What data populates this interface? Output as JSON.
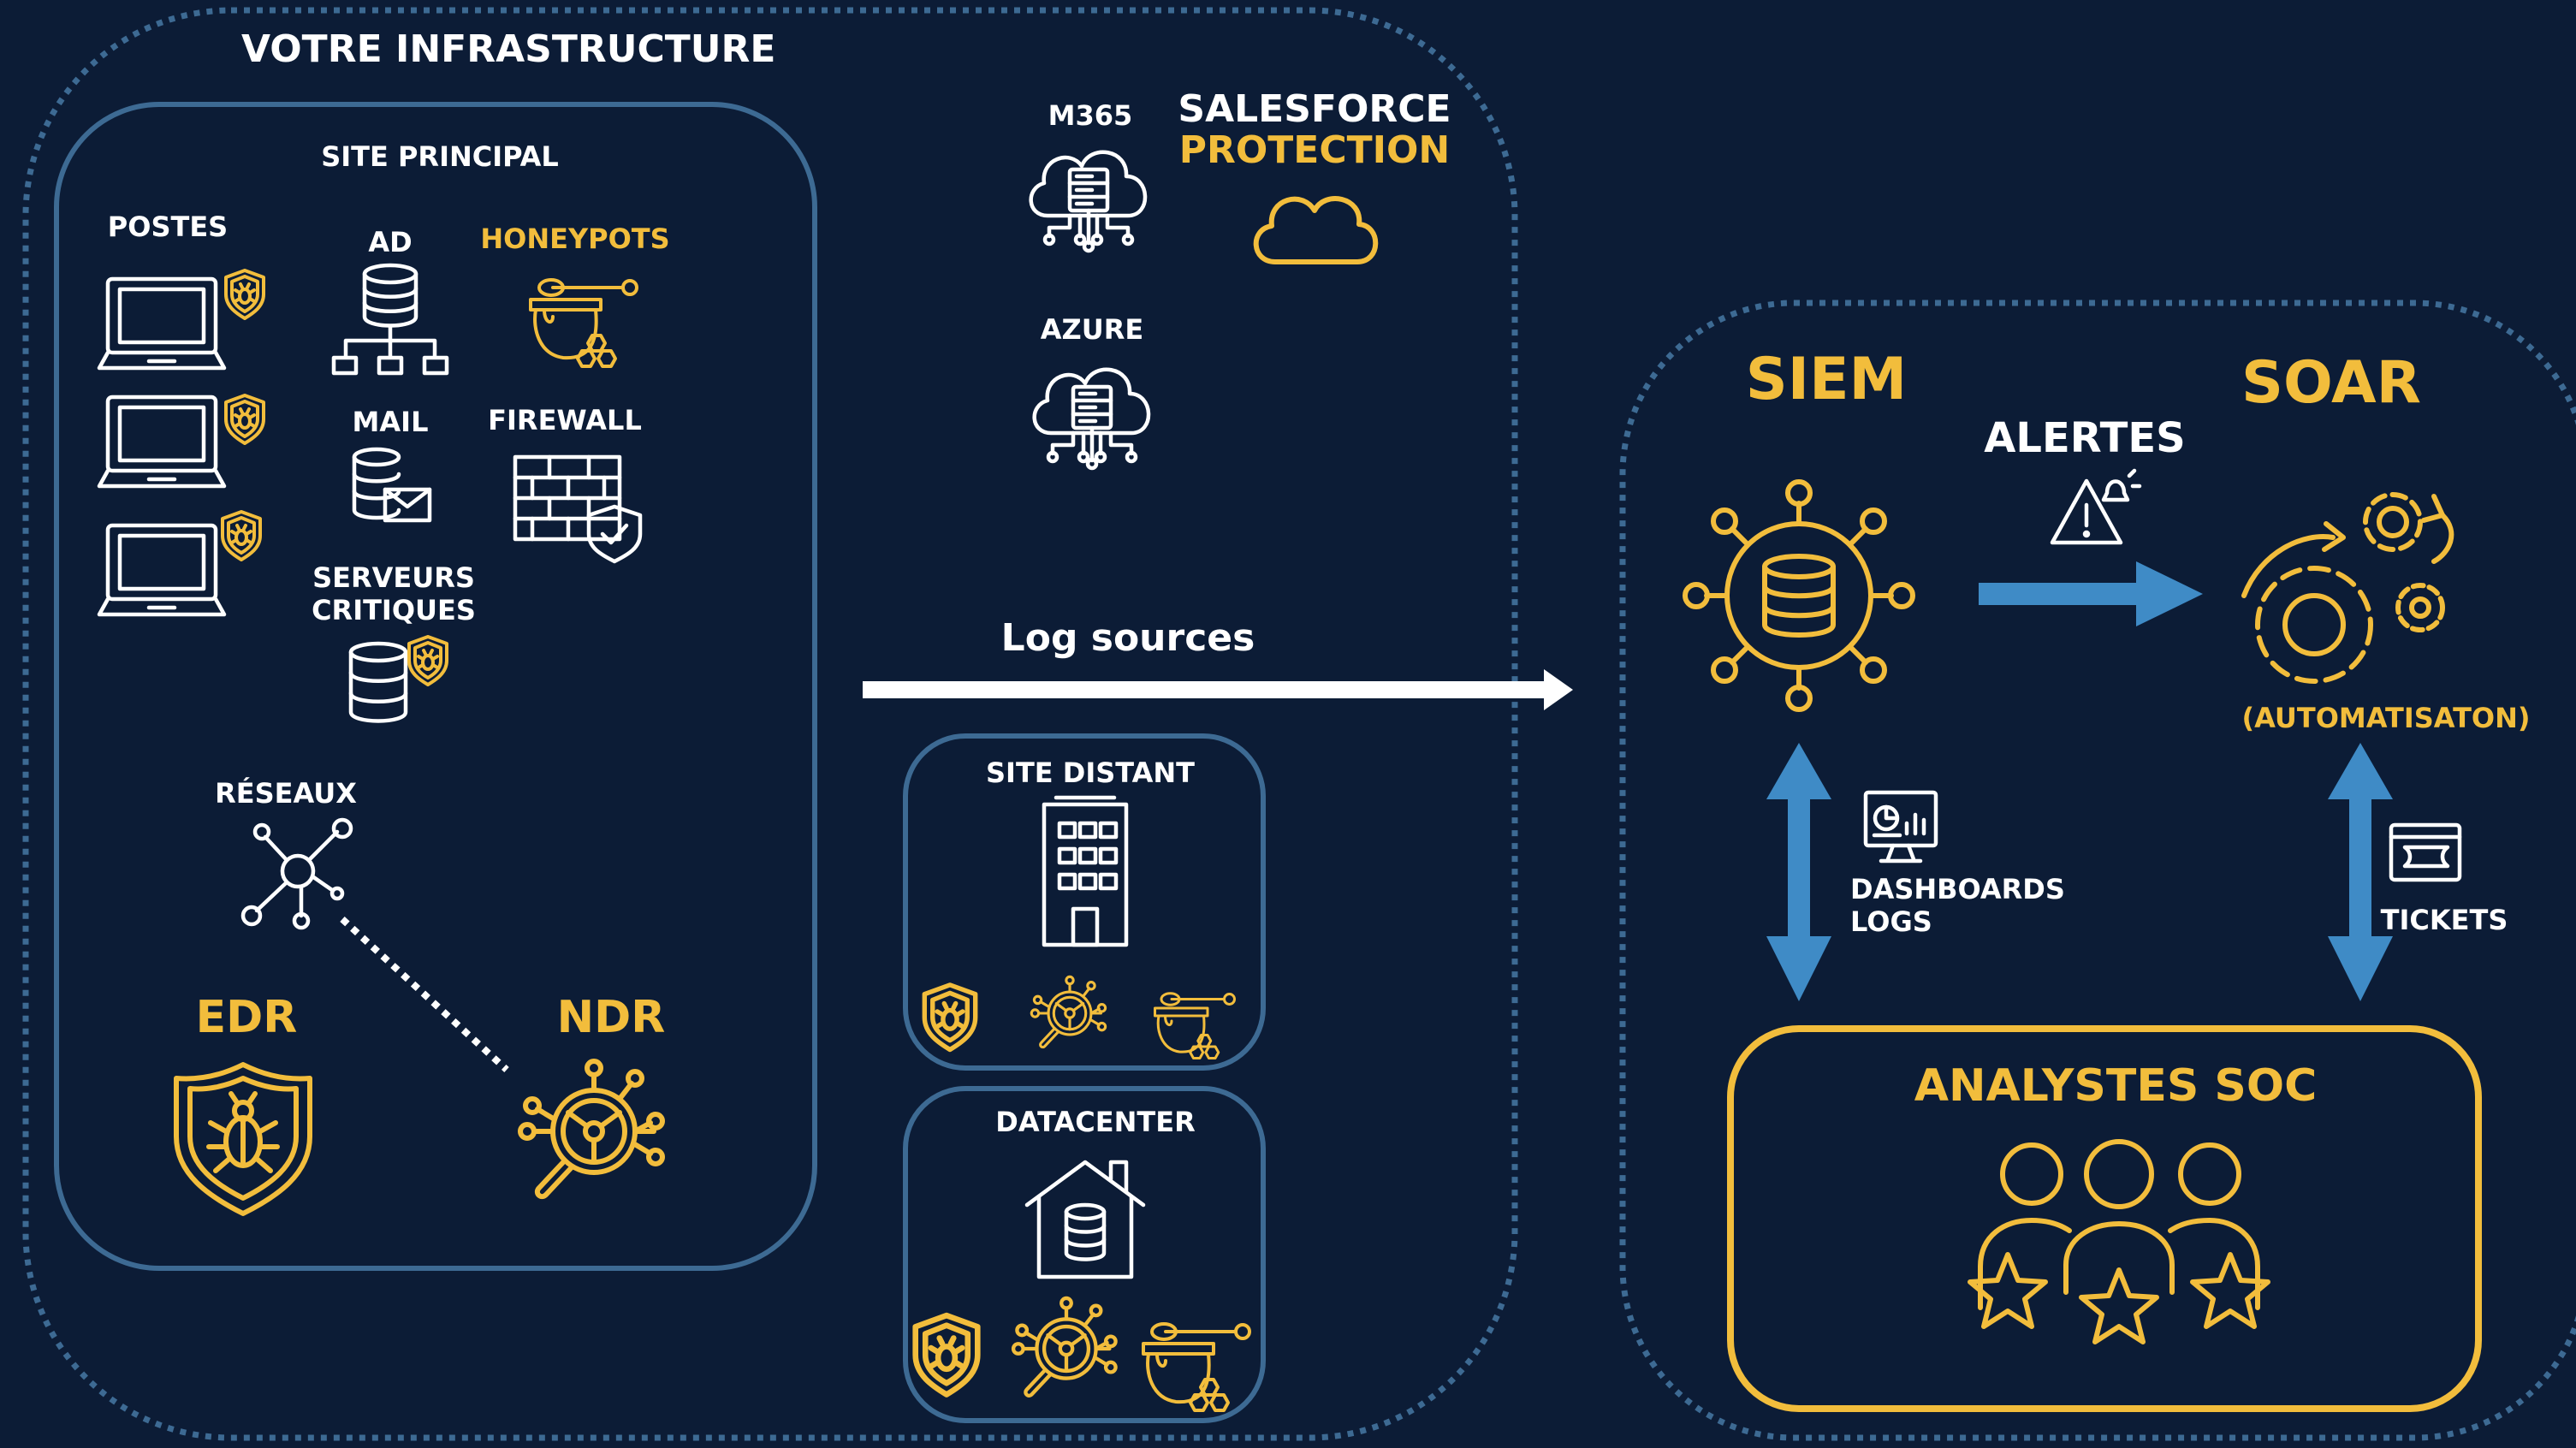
{
  "infrastructure": {
    "title": "VOTRE INFRASTRUCTURE",
    "site_principal": {
      "title": "SITE PRINCIPAL",
      "postes_label": "POSTES",
      "ad_label": "AD",
      "honeypots_label": "HONEYPOTS",
      "mail_label": "MAIL",
      "firewall_label": "FIREWALL",
      "serveurs_line1": "SERVEURS",
      "serveurs_line2": "CRITIQUES",
      "reseaux_label": "RÉSEAUX",
      "edr_label": "EDR",
      "ndr_label": "NDR"
    },
    "cloud": {
      "m365_label": "M365",
      "salesforce_line1": "SALESFORCE",
      "salesforce_line2": "PROTECTION",
      "azure_label": "AZURE"
    },
    "site_distant": {
      "title": "SITE DISTANT"
    },
    "datacenter": {
      "title": "DATACENTER"
    }
  },
  "flow": {
    "log_sources_label": "Log sources"
  },
  "soc": {
    "siem_label": "SIEM",
    "alertes_label": "ALERTES",
    "soar_label": "SOAR",
    "automatisation_label": "(AUTOMATISATON)",
    "dashboards_line1": "DASHBOARDS",
    "dashboards_line2": "LOGS",
    "tickets_label": "TICKETS",
    "analystes_label": "ANALYSTES SOC"
  },
  "colors": {
    "background": "#0c1c36",
    "accent_yellow": "#f2bd3c",
    "arrow_blue": "#3f8bc6",
    "border_blue": "#3d6a93",
    "text_white": "#ffffff"
  },
  "icons": [
    "laptop-icon",
    "shield-bug-icon",
    "database-network-icon",
    "honeypot-icon",
    "mail-server-icon",
    "firewall-icon",
    "server-stack-icon",
    "network-hub-icon",
    "edr-shield-icon",
    "ndr-search-icon",
    "cloud-server-icon",
    "cloud-outline-icon",
    "building-icon",
    "datacenter-house-icon",
    "siem-hub-icon",
    "alert-triangle-icon",
    "gears-icon",
    "dashboard-monitor-icon",
    "ticket-icon",
    "soc-team-icon"
  ]
}
